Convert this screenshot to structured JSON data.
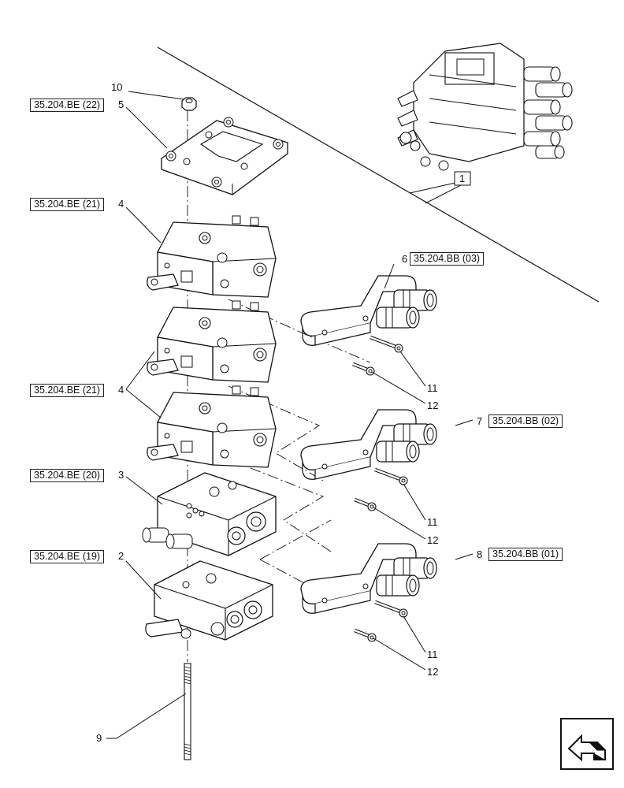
{
  "callouts": {
    "c1": "1",
    "c2": "2",
    "c3": "3",
    "c4a": "4",
    "c4b": "4",
    "c5": "5",
    "c6": "6",
    "c7": "7",
    "c8": "8",
    "c9": "9",
    "c10": "10",
    "c11a": "11",
    "c11b": "11",
    "c11c": "11",
    "c12a": "12",
    "c12b": "12",
    "c12c": "12"
  },
  "references": {
    "r5": "35.204.BE (22)",
    "r4a": "35.204.BE (21)",
    "r4b": "35.204.BE (21)",
    "r3": "35.204.BE (20)",
    "r2": "35.204.BE (19)",
    "r6": "35.204.BB (03)",
    "r7": "35.204.BB (02)",
    "r8": "35.204.BB (01)"
  },
  "icons": {
    "nav": "navigation-arrow-icon"
  }
}
